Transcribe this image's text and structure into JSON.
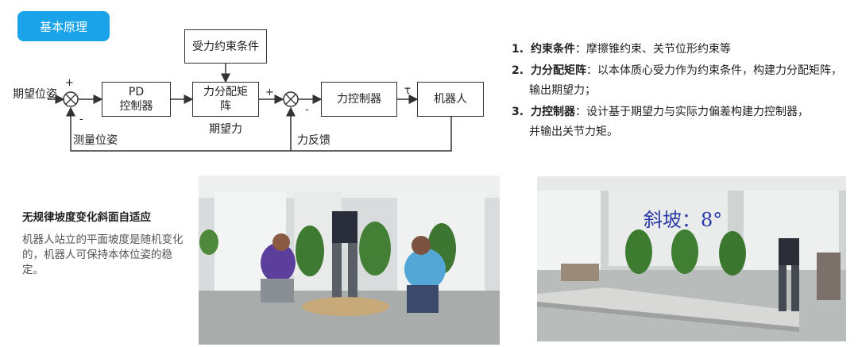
{
  "header": {
    "badge_label": "基本原理"
  },
  "diagram": {
    "input_label": "期望位姿",
    "pd_controller": "PD\n控制器",
    "constraint_box": "受力约束条件",
    "force_matrix_box": "力分配矩\n阵",
    "expected_force_label": "期望力",
    "force_controller_box": "力控制器",
    "robot_box": "机器人",
    "tau_label": "τ",
    "measured_pose_label": "测量位姿",
    "force_feedback_label": "力反馈",
    "plus": "+",
    "minus": "-"
  },
  "list": [
    {
      "num": "1.",
      "key": "约束条件",
      "text": "：摩擦锥约束、关节位形约束等",
      "cont": ""
    },
    {
      "num": "2.",
      "key": "力分配矩阵",
      "text": "：以本体质心受力作为约束条件，构建力分配矩阵，",
      "cont": "输出期望力；"
    },
    {
      "num": "3.",
      "key": "力控制器",
      "text": "：设计基于期望力与实际力偏差构建力控制器，",
      "cont": "并输出关节力矩。"
    }
  ],
  "side": {
    "title": "无规律坡度变化斜面自适应",
    "desc": "机器人站立的平面坡度是随机变化的，机器人可保持本体位姿的稳定。"
  },
  "photo2": {
    "overlay": "斜坡：8°"
  },
  "colors": {
    "accent": "#1aa3e8",
    "overlay_text": "#2a3aa8"
  }
}
